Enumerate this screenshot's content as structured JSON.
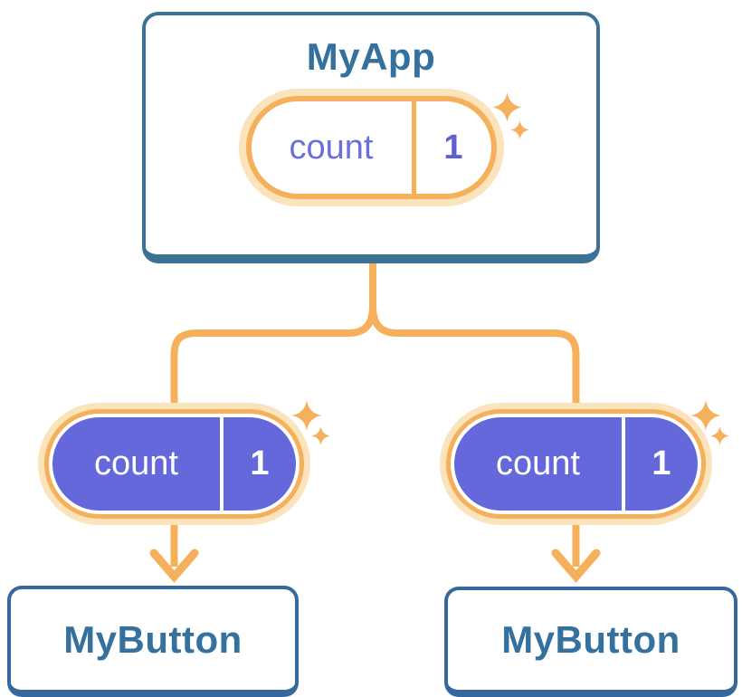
{
  "diagram": {
    "root": {
      "title": "MyApp",
      "state": {
        "name": "count",
        "value": "1"
      }
    },
    "children": [
      {
        "title": "MyButton",
        "state": {
          "name": "count",
          "value": "1"
        }
      },
      {
        "title": "MyButton",
        "state": {
          "name": "count",
          "value": "1"
        }
      }
    ],
    "icons": {
      "sparkle": "four-point-star-sparkle",
      "arrow": "arrow-down"
    },
    "colors": {
      "accent_orange": "#F4B05A",
      "accent_orange_light": "#FBE3BC",
      "state_purple": "#6468DB",
      "state_text_purple": "#6B6FD9",
      "card_border_blue": "#3A7195",
      "child_card_border_blue": "#35699E",
      "title_text_blue": "#35719E",
      "card_background": "#FFFFFF",
      "pill_text_white": "#FFFFFF"
    }
  }
}
